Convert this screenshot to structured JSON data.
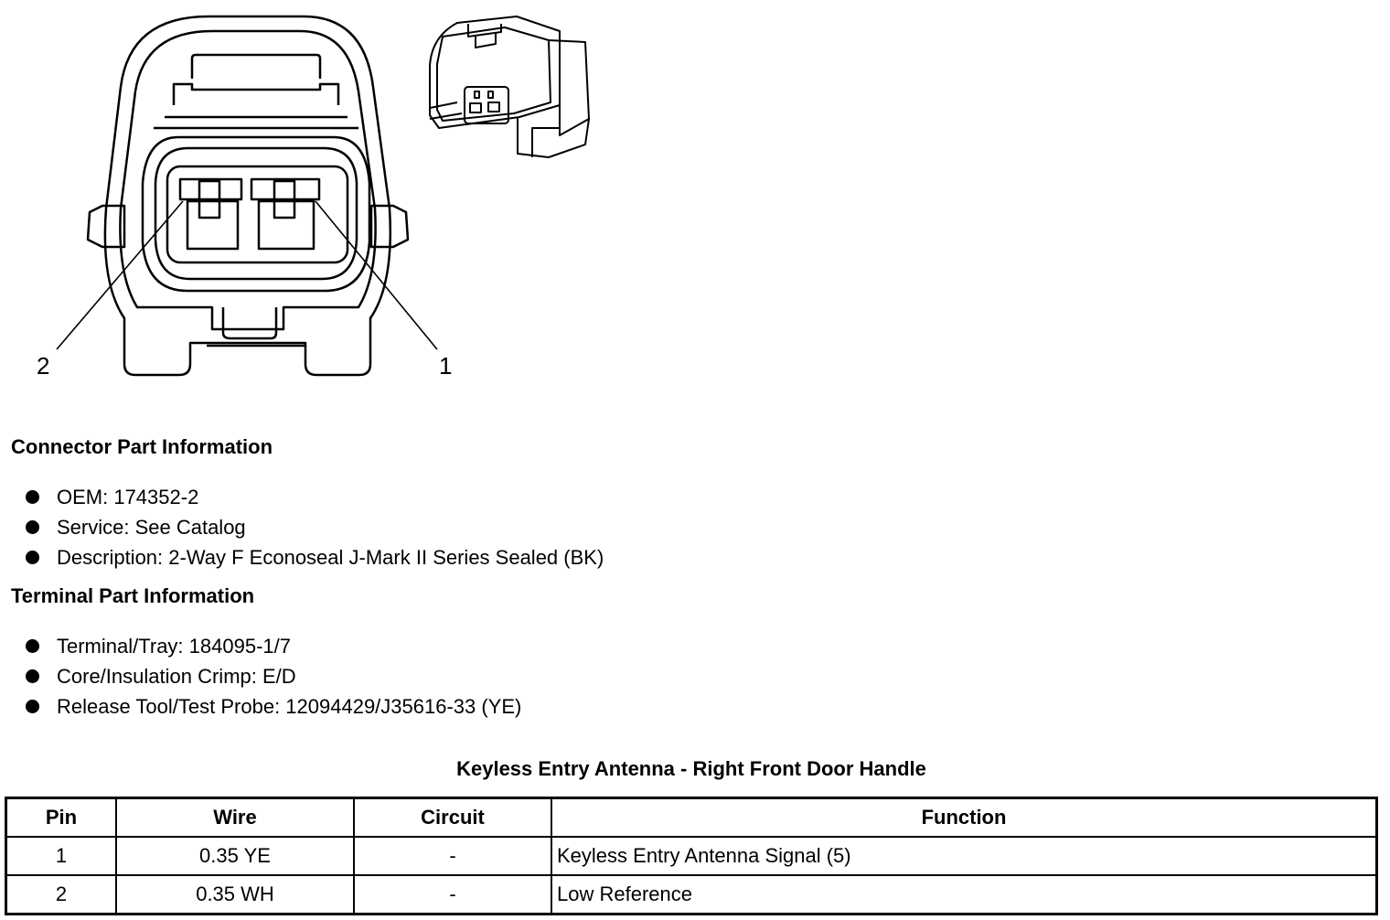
{
  "diagram": {
    "pin_callouts": [
      "2",
      "1"
    ]
  },
  "connector": {
    "heading": "Connector Part Information",
    "items": [
      "OEM: 174352-2",
      "Service: See Catalog",
      "Description: 2-Way F Econoseal J-Mark II Series Sealed (BK)"
    ]
  },
  "terminal": {
    "heading": "Terminal Part Information",
    "items": [
      "Terminal/Tray: 184095-1/7",
      "Core/Insulation Crimp: E/D",
      "Release Tool/Test Probe: 12094429/J35616-33 (YE)"
    ]
  },
  "pin_table": {
    "title": "Keyless Entry Antenna - Right Front Door Handle",
    "headers": [
      "Pin",
      "Wire",
      "Circuit",
      "Function"
    ],
    "rows": [
      [
        "1",
        "0.35 YE",
        "-",
        "Keyless Entry Antenna Signal (5)"
      ],
      [
        "2",
        "0.35 WH",
        "-",
        "Low Reference"
      ]
    ]
  }
}
